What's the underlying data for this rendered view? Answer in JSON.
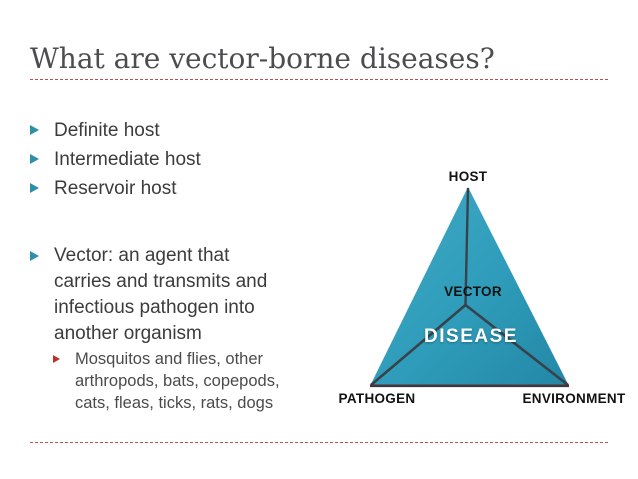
{
  "slide": {
    "title": "What are vector-borne diseases?",
    "bullets": {
      "definite": "Definite host",
      "intermediate": "Intermediate host",
      "reservoir": "Reservoir host",
      "vector": "Vector: an agent that\ncarries and transmits and\ninfectious pathogen into\nanother organism",
      "vector_sub": "Mosquitos and flies, other\narthropods, bats, copepods,\ncats, fleas, ticks, rats, dogs"
    }
  },
  "diagram": {
    "top_label": "HOST",
    "center_label": "VECTOR",
    "inner_label": "DISEASE",
    "bottom_left_label": "PATHOGEN",
    "bottom_right_label": "ENVIRONMENT"
  },
  "colors": {
    "triangle_teal": "#2E9BB9",
    "bullet_teal": "#2E8FA8",
    "sub_bullet_red": "#C13026",
    "divider_red": "#C0504D",
    "title_gray": "#4D4D4F"
  }
}
